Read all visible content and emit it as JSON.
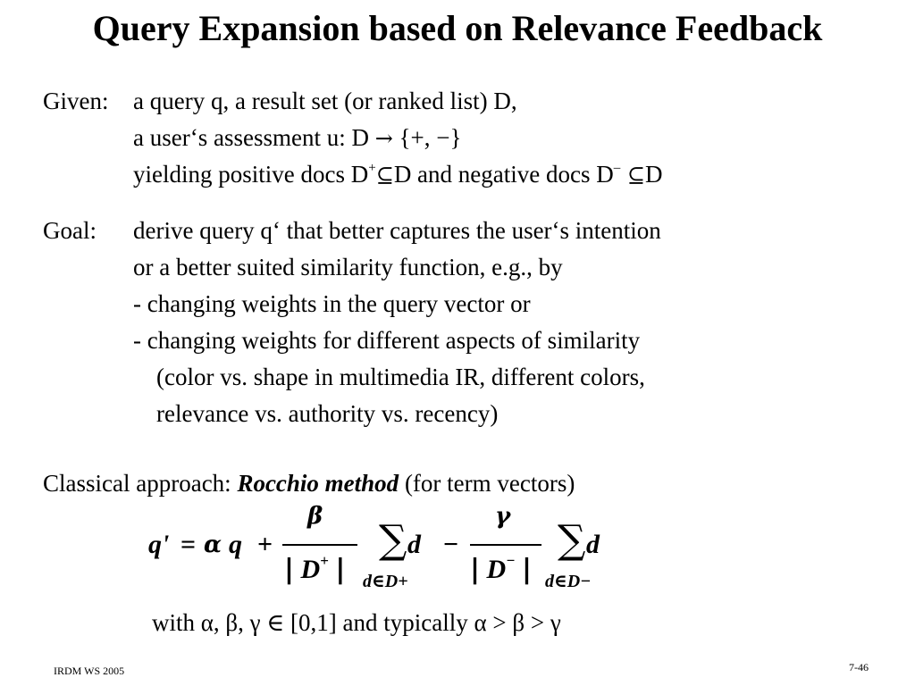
{
  "title": "Query Expansion based on Relevance Feedback",
  "given": {
    "label": "Given:",
    "line1": "a query q, a result set (or ranked list) D,",
    "line2_prefix": "a user‘s assessment u: D ",
    "line2_arrow": "→",
    "line2_set": " {+, −}",
    "line3_a": "yielding positive docs D",
    "line3_plus": "+",
    "line3_sub1": "⊆",
    "line3_b": "D and negative docs D",
    "line3_minus": "–",
    "line3_sub2": " ⊆",
    "line3_c": "D"
  },
  "goal": {
    "label": "Goal:",
    "lines": [
      "derive query q‘ that better captures the user‘s intention",
      "or a better suited similarity function, e.g., by",
      "- changing weights in the query vector or",
      "- changing weights for different aspects of similarity",
      "(color vs. shape in multimedia IR, different colors,",
      "relevance vs. authority vs. recency)"
    ]
  },
  "classical": {
    "prefix": "Classical approach: ",
    "method": "Rocchio method",
    "suffix": " (for term vectors)"
  },
  "formula": {
    "lhs": "q'",
    "equals": "=",
    "alpha": "α",
    "q": "q",
    "plus": "+",
    "beta": "β",
    "gamma": "γ",
    "abs_bar": "|",
    "D": "D",
    "sup_plus": "+",
    "sup_minus": "−",
    "sum": "∑",
    "d": "d",
    "minus": "−",
    "sub_plus": "d∈D+",
    "sub_minus": "d∈D−"
  },
  "with_line": "with α, β, γ ∈ [0,1] and typically α > β > γ",
  "footer": {
    "left": "IRDM  WS 2005",
    "right": "7-46"
  }
}
